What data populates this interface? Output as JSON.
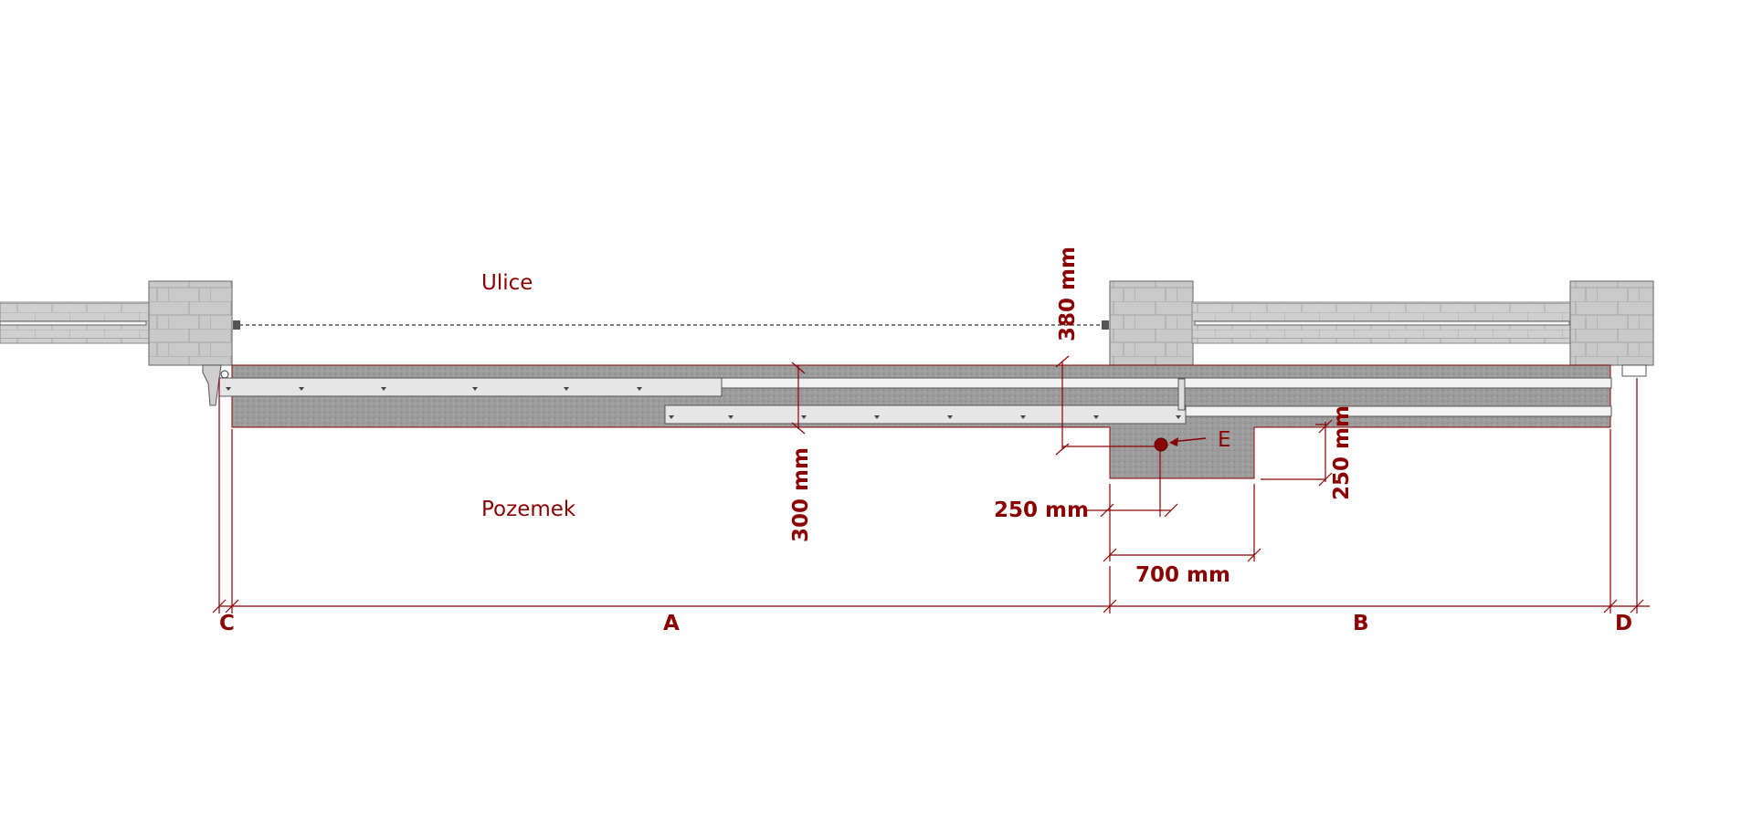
{
  "colors": {
    "accent": "#8b0000",
    "pillar": "#c8c8c8",
    "pillar_edge": "#7a7a7a",
    "foundation": "#9a9a9a",
    "rail": "#f2f2f2"
  },
  "zones": {
    "street": "Ulice",
    "plot": "Pozemek"
  },
  "dimensions": {
    "depth_380": "380 mm",
    "depth_300": "300 mm",
    "width_250": "250 mm",
    "height_250": "250 mm",
    "width_700": "700 mm"
  },
  "segments": {
    "c": "C",
    "a": "A",
    "b": "B",
    "d": "D"
  },
  "marker": {
    "e": "E"
  }
}
